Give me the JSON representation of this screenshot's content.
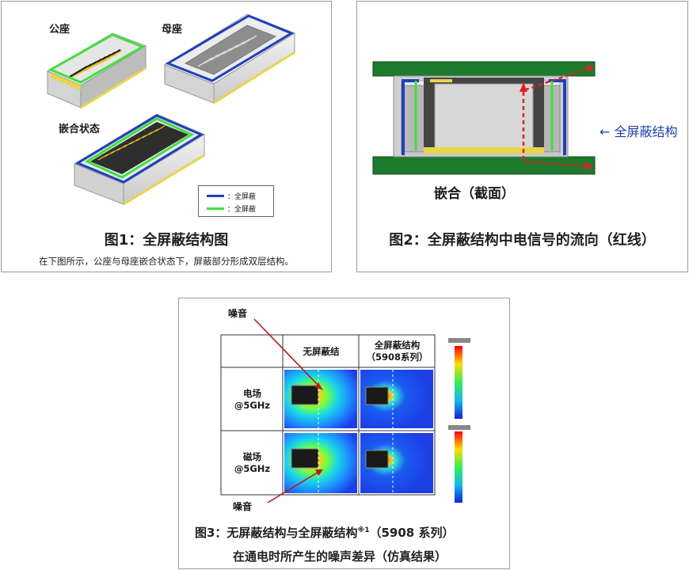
{
  "figure1": {
    "label_male": "公座",
    "label_female": "母座",
    "label_mated": "嵌合状态",
    "legend": [
      {
        "text": "：全屏蔽",
        "color": "#1f3fbf"
      },
      {
        "text": "：全屏蔽",
        "color": "#3fe03a"
      }
    ],
    "caption": "图1：全屏蔽结构图",
    "description": "在下图所示，公座与母座嵌合状态下，屏蔽部分形成双层结构。"
  },
  "figure2": {
    "shield_label": "← 全屏蔽结构",
    "section_label": "嵌合（截面）",
    "caption": "图2：全屏蔽结构中电信号的流向（红线）"
  },
  "figure3": {
    "noise_top": "噪音",
    "noise_bottom": "噪音",
    "col_no_shield": "无屏蔽结",
    "col_full_shield_line1": "全屏蔽结构",
    "col_full_shield_line2": "（5908系列）",
    "row_e_line1": "电场",
    "row_e_line2": "@5GHz",
    "row_m_line1": "磁场",
    "row_m_line2": "@5GHz",
    "caption_line1": "图3：无屏蔽结构与全屏蔽结构",
    "caption_note": "※1",
    "caption_line1_tail": "（5908 系列）",
    "caption_line2": "在通电时所产生的噪声差异（仿真结果）"
  },
  "colors": {
    "shield_blue": "#1f3fbf",
    "shield_green": "#3fe03a",
    "signal_red": "#e02020",
    "pcb_green": "#1d7a2e"
  }
}
